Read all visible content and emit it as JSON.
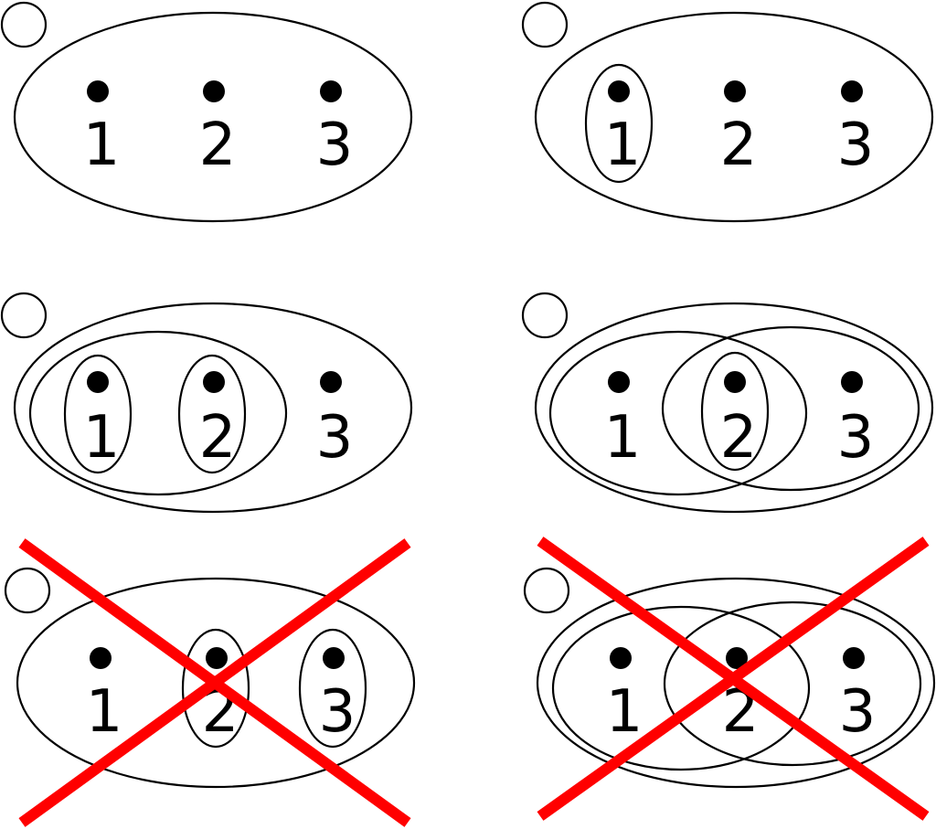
{
  "point_labels": [
    "1",
    "2",
    "3"
  ],
  "panels": [
    {
      "panel": "top-left",
      "crossed_out": false
    },
    {
      "panel": "top-right",
      "crossed_out": false
    },
    {
      "panel": "middle-left",
      "crossed_out": false
    },
    {
      "panel": "middle-right",
      "crossed_out": false
    },
    {
      "panel": "bottom-left",
      "crossed_out": true
    },
    {
      "panel": "bottom-right",
      "crossed_out": true
    }
  ],
  "colors": {
    "outline": "#000000",
    "cross": "#ff0000",
    "background": "#ffffff"
  }
}
